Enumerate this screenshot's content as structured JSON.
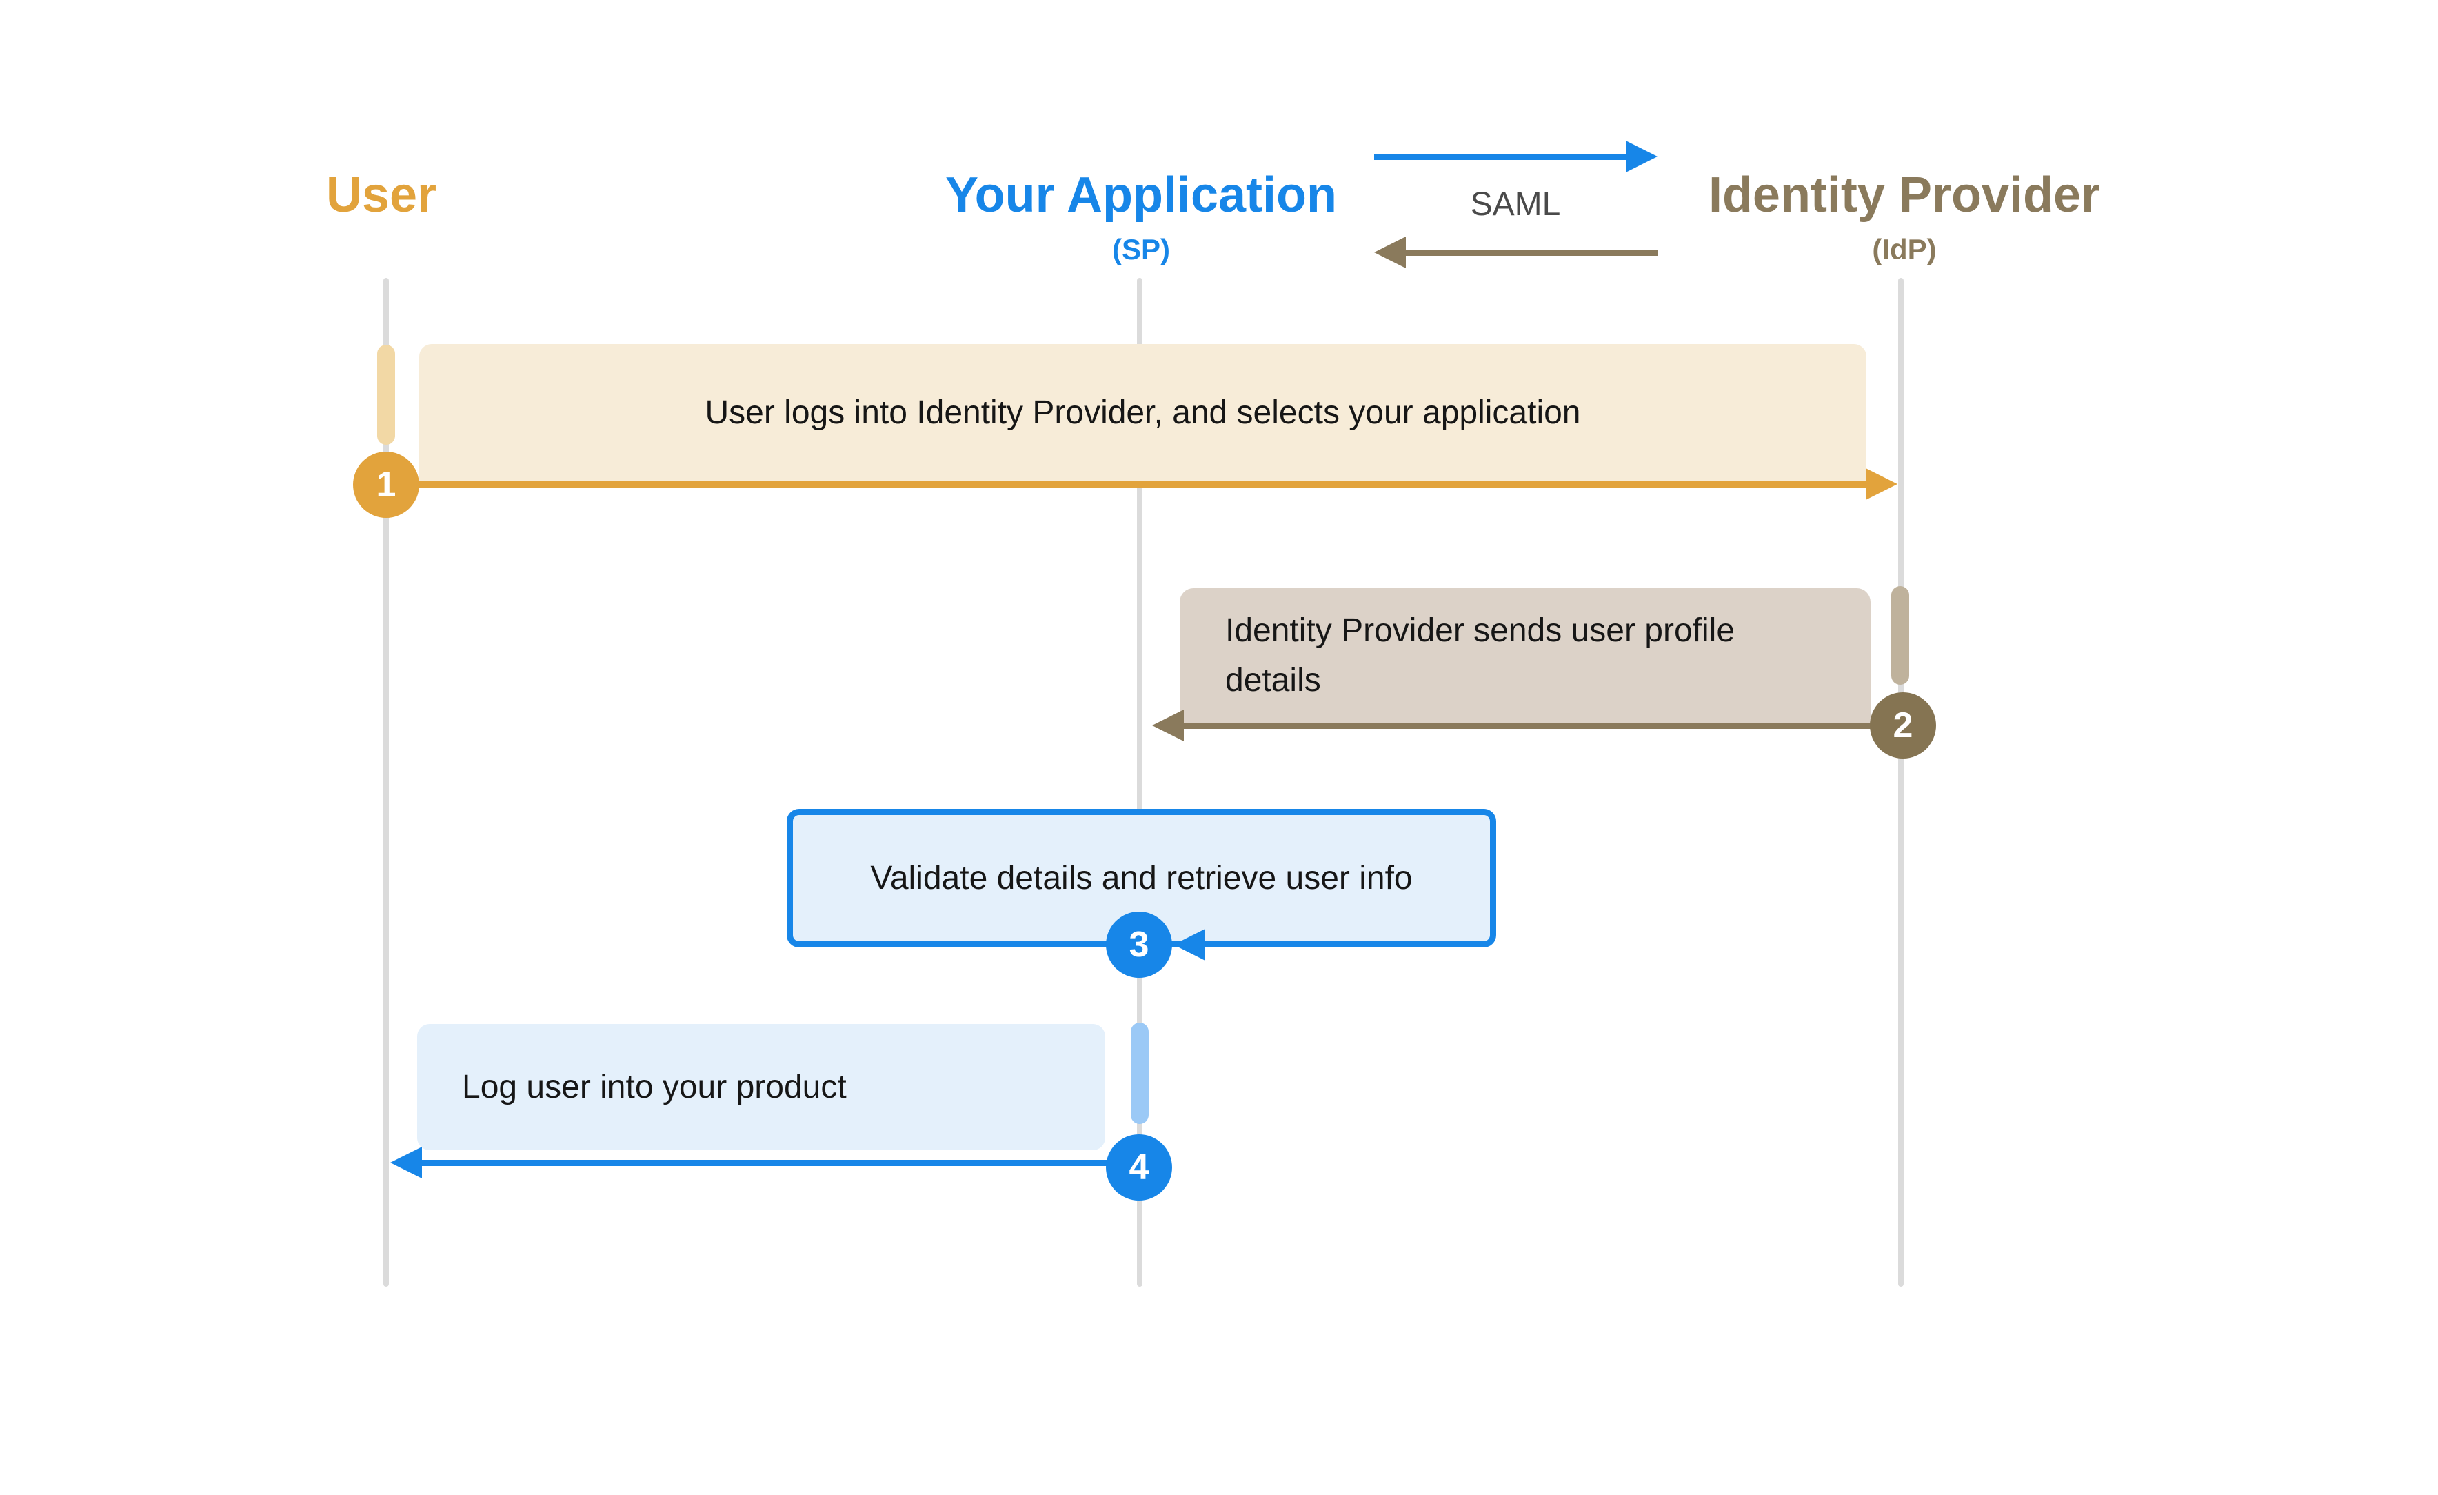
{
  "colors": {
    "orange": "#E2A33C",
    "orange_light": "#F2D8A5",
    "cream": "#F7ECD8",
    "brown": "#8A7A5C",
    "brown_dark": "#857452",
    "brown_light": "#BFB29C",
    "taupe": "#DCD2C8",
    "blue": "#1786E8",
    "blue_light": "#9BC9F6",
    "blue_pale": "#E4F0FB",
    "gray_line": "#DBDBDB",
    "text_dark": "#161616",
    "saml_text": "#4A4A4A"
  },
  "actors": {
    "user": {
      "label": "User"
    },
    "app": {
      "label": "Your Application",
      "sub": "(SP)"
    },
    "idp": {
      "label": "Identity Provider",
      "sub": "(IdP)"
    }
  },
  "protocol": {
    "label": "SAML"
  },
  "steps": {
    "s1": {
      "num": "1",
      "text": "User logs into Identity Provider, and selects your application"
    },
    "s2": {
      "num": "2",
      "text": "Identity Provider sends user profile details"
    },
    "s3": {
      "num": "3",
      "text": "Validate details and retrieve user info"
    },
    "s4": {
      "num": "4",
      "text": "Log user into your product"
    }
  }
}
